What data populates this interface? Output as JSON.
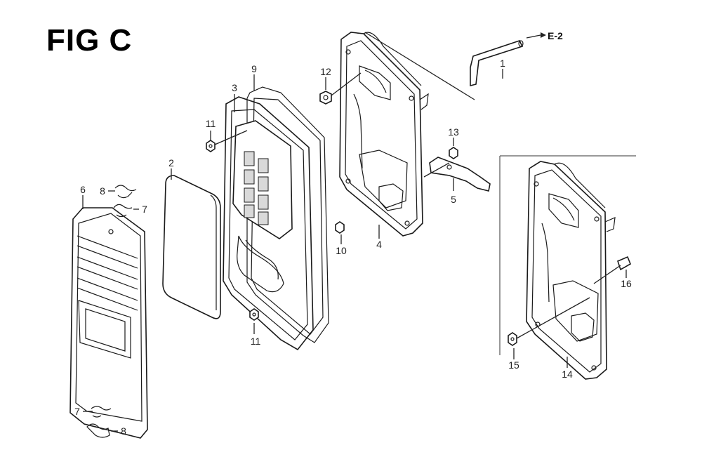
{
  "figure": {
    "title": "FIG C",
    "reference_label": "E-2"
  },
  "callouts": [
    {
      "id": "c1",
      "label": "1"
    },
    {
      "id": "c2",
      "label": "2"
    },
    {
      "id": "c3",
      "label": "3"
    },
    {
      "id": "c4",
      "label": "4"
    },
    {
      "id": "c5",
      "label": "5"
    },
    {
      "id": "c6",
      "label": "6"
    },
    {
      "id": "c7a",
      "label": "7"
    },
    {
      "id": "c7b",
      "label": "7"
    },
    {
      "id": "c8a",
      "label": "8"
    },
    {
      "id": "c8b",
      "label": "8"
    },
    {
      "id": "c9",
      "label": "9"
    },
    {
      "id": "c10",
      "label": "10"
    },
    {
      "id": "c11a",
      "label": "11"
    },
    {
      "id": "c11b",
      "label": "11"
    },
    {
      "id": "c12",
      "label": "12"
    },
    {
      "id": "c13",
      "label": "13"
    },
    {
      "id": "c14",
      "label": "14"
    },
    {
      "id": "c15",
      "label": "15"
    },
    {
      "id": "c16",
      "label": "16"
    }
  ],
  "colors": {
    "line": "#1a1a1a",
    "background": "#ffffff"
  }
}
